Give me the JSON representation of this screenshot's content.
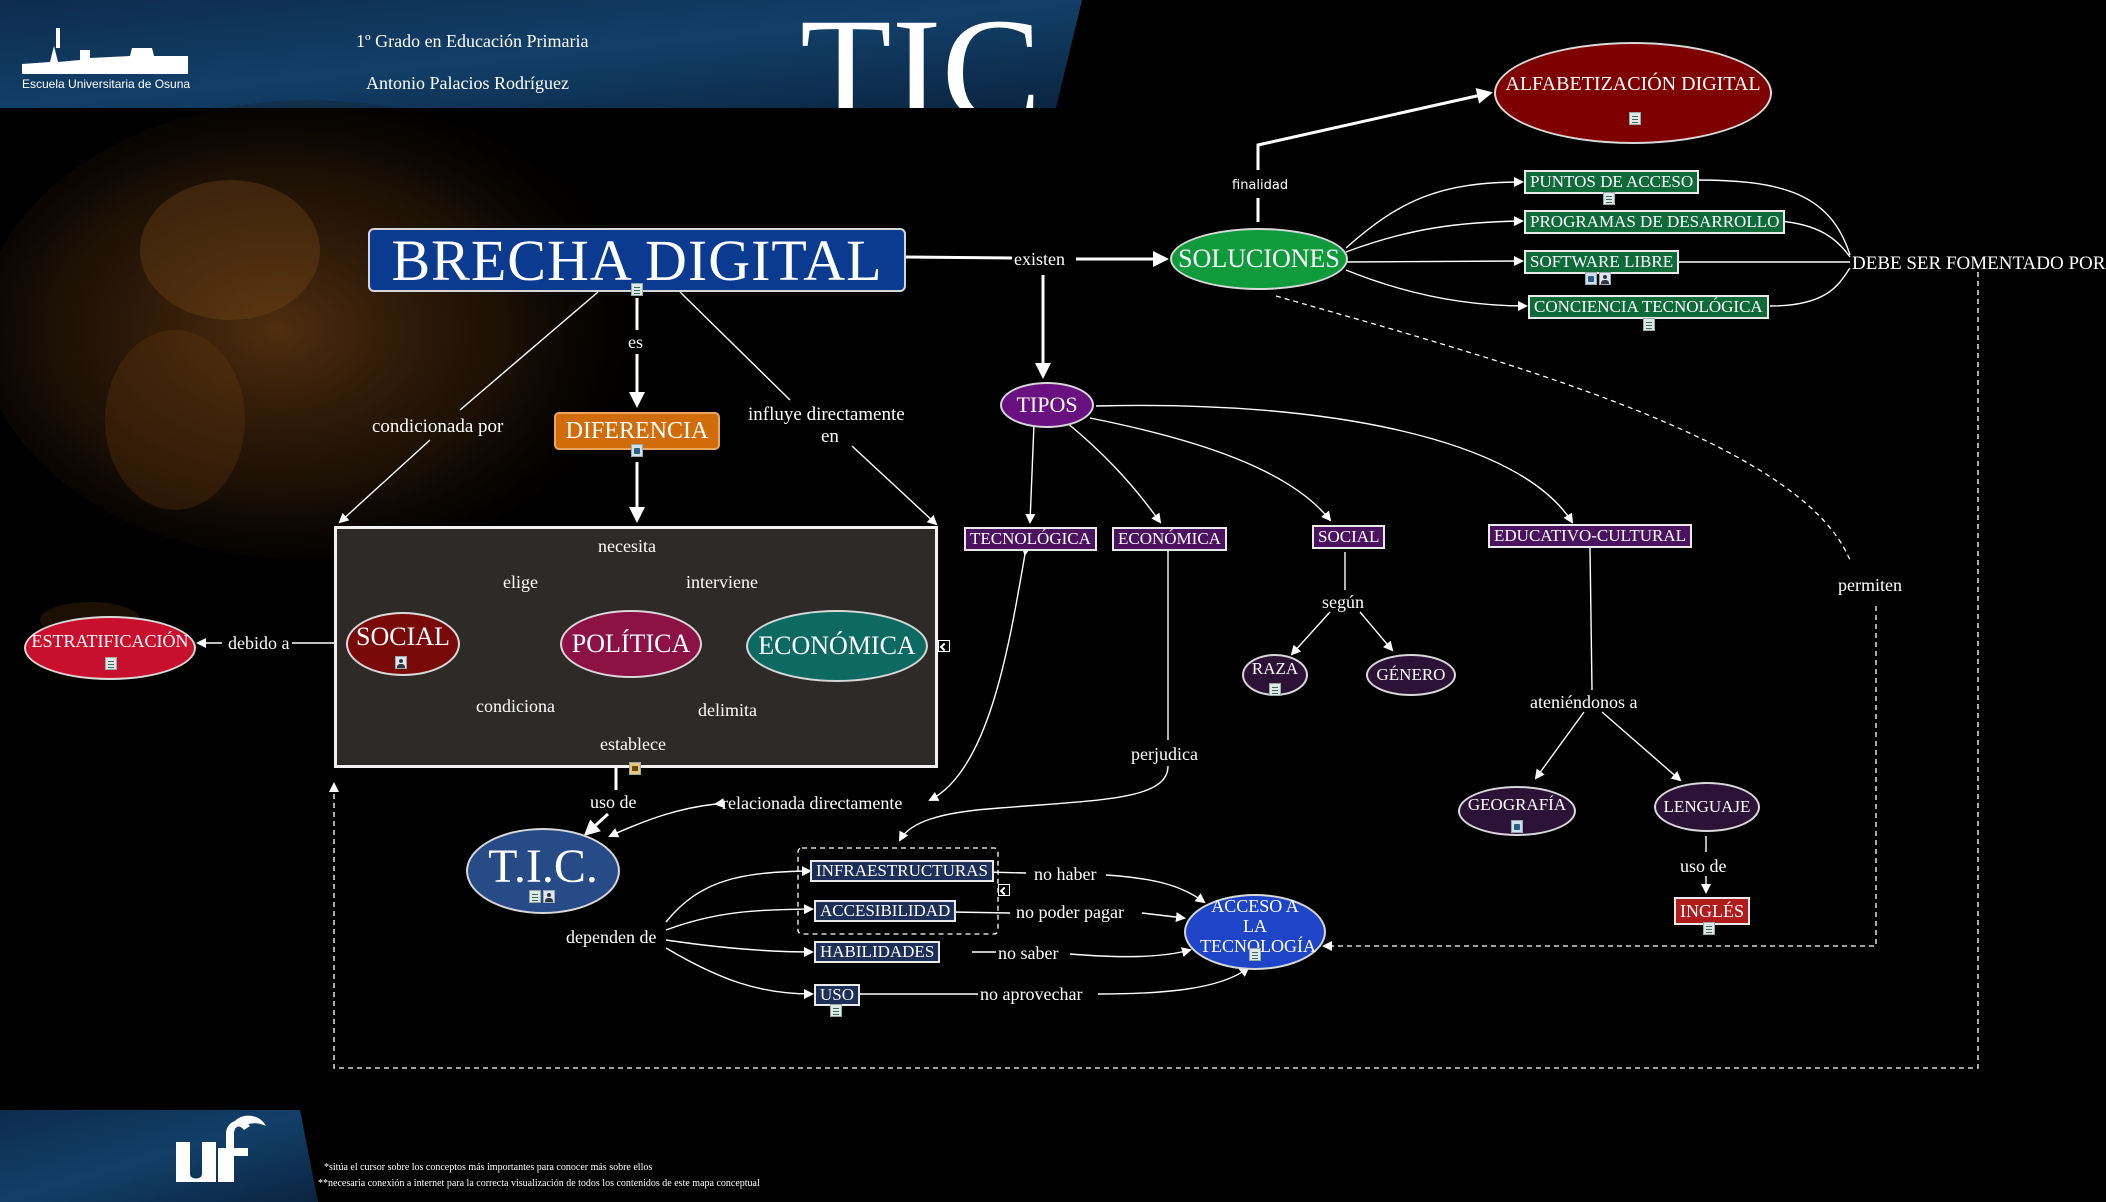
{
  "header": {
    "school": "Escuela Universitaria de Osuna",
    "grade": "1º Grado en Educación Primaria",
    "author": "Antonio Palacios Rodríguez",
    "big_title": "TIC"
  },
  "nodes": {
    "brecha": "BRECHA DIGITAL",
    "diferencia": "DIFERENCIA",
    "social": "SOCIAL",
    "politica": "POLÍTICA",
    "economica": "ECONÓMICA",
    "estratificacion": "ESTRATIFICACIÓN",
    "tic": "T.I.C.",
    "infraestructuras": "INFRAESTRUCTURAS",
    "accesibilidad": "ACCESIBILIDAD",
    "habilidades": "HABILIDADES",
    "uso": "USO",
    "acceso": "ACCESO A LA TECNOLOGÍA",
    "soluciones": "SOLUCIONES",
    "alfabetizacion": "ALFABETIZACIÓN DIGITAL",
    "puntos": "PUNTOS DE ACCESO",
    "programas": "PROGRAMAS DE DESARROLLO",
    "software": "SOFTWARE LIBRE",
    "conciencia": "CONCIENCIA TECNOLÓGICA",
    "fomentado": "DEBE SER FOMENTADO POR",
    "tipos": "TIPOS",
    "t_tecnologica": "TECNOLÓGICA",
    "t_economica": "ECONÓMICA",
    "t_social": "SOCIAL",
    "t_educativo": "EDUCATIVO-CULTURAL",
    "raza": "RAZA",
    "genero": "GÉNERO",
    "geografia": "GEOGRAFÍA",
    "lenguaje": "LENGUAJE",
    "ingles": "INGLÉS"
  },
  "links": {
    "es": "es",
    "existen": "existen",
    "finalidad": "finalidad",
    "condicionada": "condicionada por",
    "influye": "influye directamente",
    "influye_en": "en",
    "necesita": "necesita",
    "elige": "elige",
    "interviene": "interviene",
    "condiciona": "condiciona",
    "delimita": "delimita",
    "establece": "establece",
    "debido": "debido a",
    "uso_de": "uso de",
    "relacionada": "relacionada directamente",
    "dependen": "dependen de",
    "no_haber": "no haber",
    "no_poder": "no poder pagar",
    "no_saber": "no saber",
    "no_aprovechar": "no aprovechar",
    "perjudica": "perjudica",
    "segun": "según",
    "ateniendonos": "ateniéndonos a",
    "uso_de2": "uso de",
    "permiten": "permiten"
  },
  "footer": {
    "note1": "*sitúa el cursor sobre los conceptos más importantes para conocer más sobre ellos",
    "note2": "**necesaria conexión a internet para la correcta visualización de todos los contenidos de este mapa conceptual"
  },
  "colors": {
    "brecha": "#0b3a91",
    "diferencia": "#d16c0b",
    "social": "#7a0a0a",
    "politica": "#8c1145",
    "economica": "#0c6a63",
    "estratificacion": "#c8102e",
    "tic": "#264b86",
    "acceso": "#1e45c7",
    "soluciones": "#0f9a3c",
    "alfabetizacion": "#7f0000",
    "green_box": "#0f6a39",
    "tipos": "#6a1182",
    "purple_box": "#4b1260",
    "dark_purple": "#2d1238",
    "ingles": "#b01b1b",
    "tic_box": "#1c2f58"
  }
}
